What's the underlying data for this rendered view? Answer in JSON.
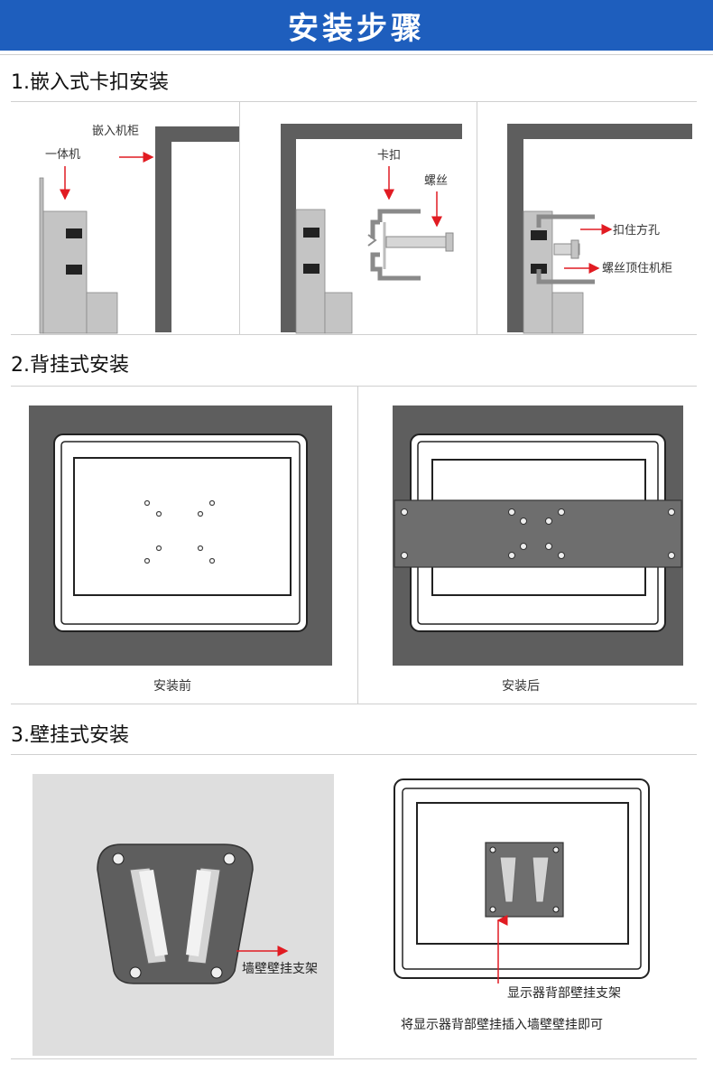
{
  "header": {
    "title": "安装步骤"
  },
  "sections": [
    {
      "title": "1.嵌入式卡扣安装",
      "panels": [
        {
          "labels": [
            "嵌入机柜",
            "一体机"
          ]
        },
        {
          "labels": [
            "卡扣",
            "螺丝"
          ]
        },
        {
          "labels": [
            "扣住方孔",
            "螺丝顶住机柜"
          ]
        }
      ]
    },
    {
      "title": "2.背挂式安装",
      "captions": [
        "安装前",
        "安装后"
      ]
    },
    {
      "title": "3.壁挂式安装",
      "labels": [
        "墙壁壁挂支架",
        "显示器背部壁挂支架"
      ],
      "note": "将显示器背部壁挂插入墙壁壁挂即可"
    }
  ],
  "colors": {
    "banner": "#1e5ebd",
    "cabinet": "#5e5e5e",
    "device": "#c4c4c4",
    "arrow": "#e11b22"
  }
}
